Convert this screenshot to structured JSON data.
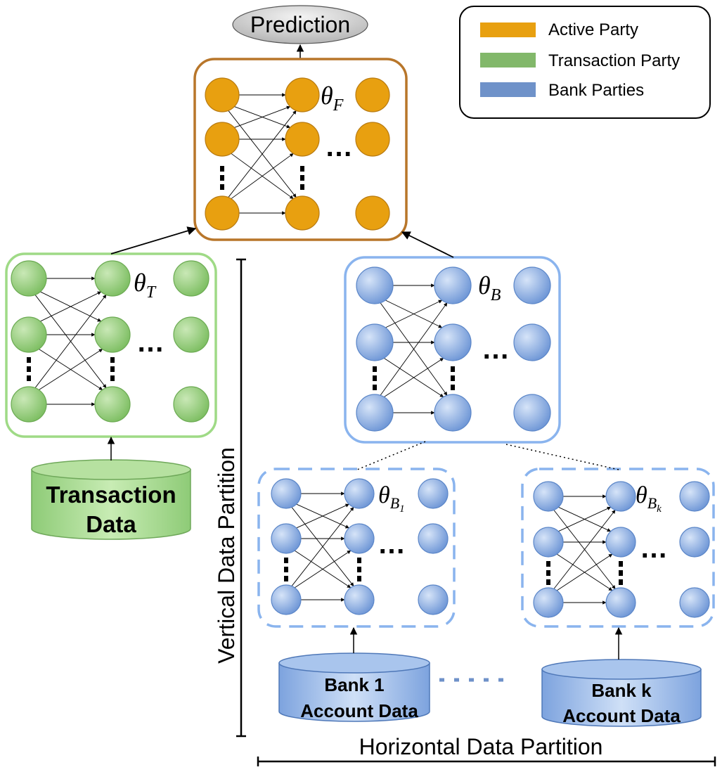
{
  "prediction_label": "Prediction",
  "legend": {
    "items": [
      {
        "label": "Active Party",
        "color": "#E8A010"
      },
      {
        "label": "Transaction Party",
        "color": "#82B86A"
      },
      {
        "label": "Bank Parties",
        "color": "#6F92C9"
      }
    ]
  },
  "modules": {
    "final": {
      "theta": "θ",
      "sub": "F"
    },
    "transaction": {
      "theta": "θ",
      "sub": "T"
    },
    "bank": {
      "theta": "θ",
      "sub": "B"
    },
    "bank1": {
      "theta": "θ",
      "sub": "B",
      "subsub": "1"
    },
    "bankk": {
      "theta": "θ",
      "sub": "B",
      "subsub": "k"
    }
  },
  "ellipsis": "…",
  "databases": {
    "transaction": {
      "line1": "Transaction",
      "line2": "Data"
    },
    "bank1": {
      "line1": "Bank 1",
      "line2": "Account Data"
    },
    "bankk": {
      "line1": "Bank k",
      "line2": "Account Data"
    }
  },
  "axes": {
    "vertical": "Vertical Data Partition",
    "horizontal": "Horizontal Data Partition"
  }
}
